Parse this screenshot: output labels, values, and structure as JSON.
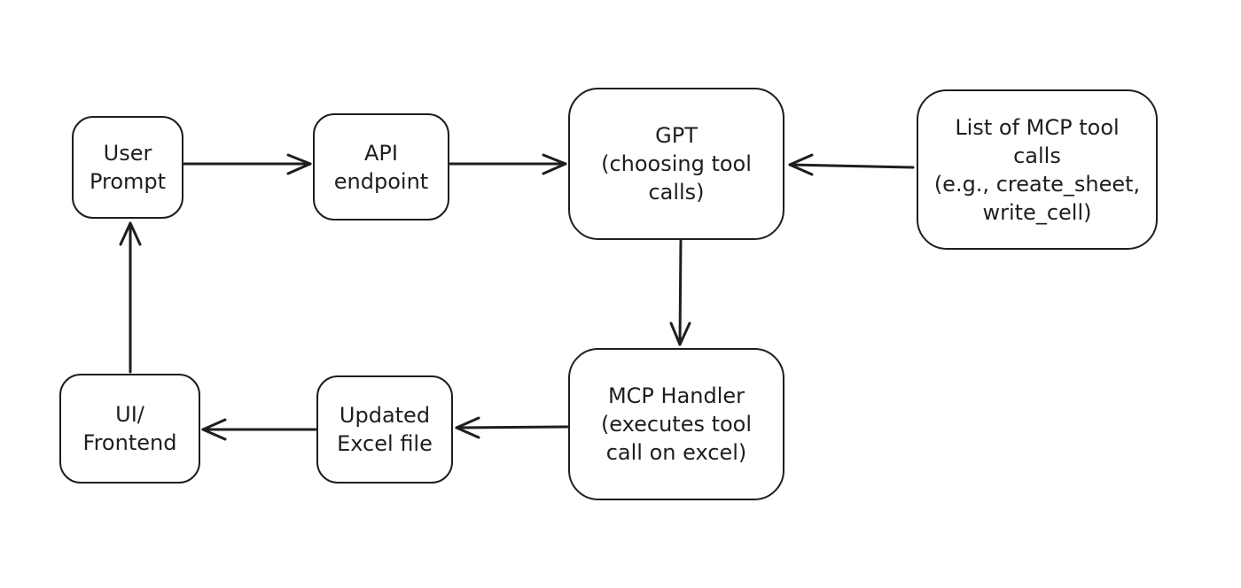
{
  "diagram": {
    "colors": {
      "stroke": "#1e1e1e",
      "background": "#ffffff"
    },
    "nodes": {
      "user_prompt": "User\nPrompt",
      "api_endpoint": "API\nendpoint",
      "gpt": "GPT\n(choosing tool\ncalls)",
      "tool_list": "List of MCP tool\ncalls\n(e.g., create_sheet,\nwrite_cell)",
      "mcp_handler": "MCP Handler\n(executes tool\ncall on excel)",
      "updated_excel": "Updated\nExcel file",
      "ui_frontend": "UI/\nFrontend"
    },
    "edges": [
      {
        "from": "user_prompt",
        "to": "api_endpoint"
      },
      {
        "from": "api_endpoint",
        "to": "gpt"
      },
      {
        "from": "tool_list",
        "to": "gpt"
      },
      {
        "from": "gpt",
        "to": "mcp_handler"
      },
      {
        "from": "mcp_handler",
        "to": "updated_excel"
      },
      {
        "from": "updated_excel",
        "to": "ui_frontend"
      },
      {
        "from": "ui_frontend",
        "to": "user_prompt"
      }
    ]
  }
}
